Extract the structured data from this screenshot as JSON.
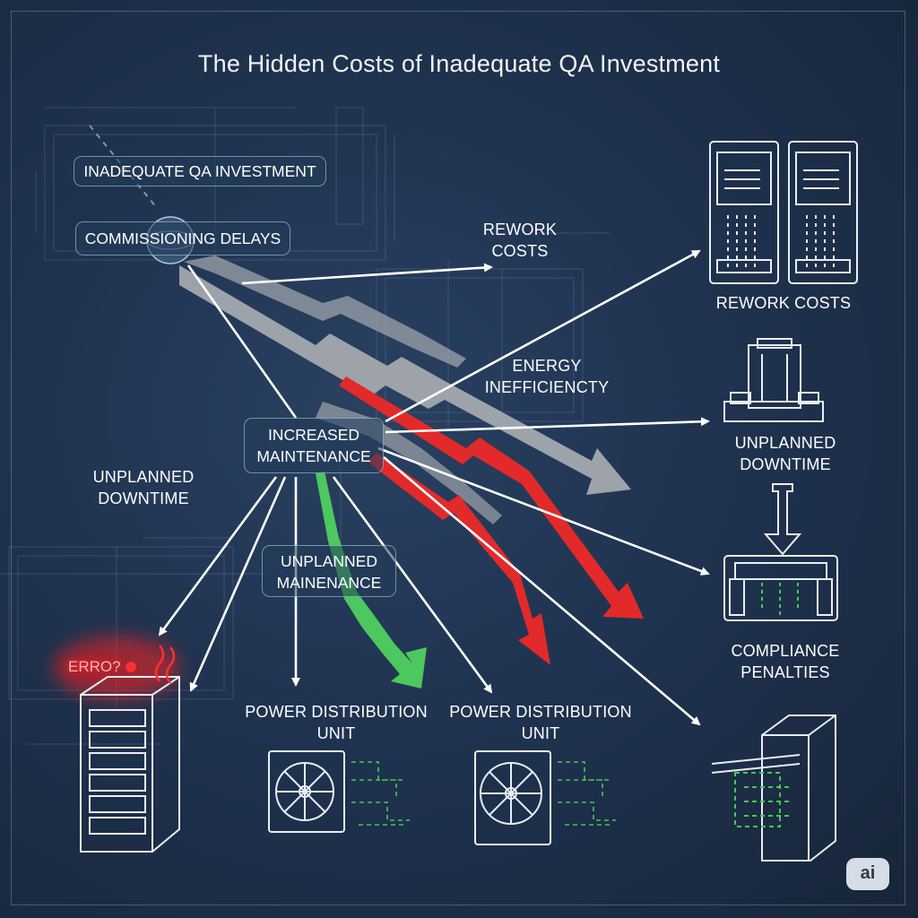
{
  "title": "The Hidden Costs of Inadequate QA Investment",
  "nodes": {
    "inadequate_qa": "INADEQUATE QA INVESTMENT",
    "commissioning_delays": "COMMISSIONING DELAYS",
    "increased_maintenance_line1": "INCREASED",
    "increased_maintenance_line2": "MAINTENANCE",
    "unplanned_mainenance_line1": "UNPLANNED",
    "unplanned_mainenance_line2": "MAINENANCE"
  },
  "labels": {
    "rework_costs_mid_line1": "REWORK",
    "rework_costs_mid_line2": "COSTS",
    "energy_inefficiency_line1": "ENERGY",
    "energy_inefficiency_line2": "INEFFICIENCTY",
    "unplanned_downtime_left_line1": "UNPLANNED",
    "unplanned_downtime_left_line2": "DOWNTIME",
    "rework_costs_right": "REWORK COSTS",
    "unplanned_downtime_right_line1": "UNPLANNED",
    "unplanned_downtime_right_line2": "DOWNTIME",
    "compliance_line1": "COMPLIANCE",
    "compliance_line2": "PENALTIES",
    "pdu1_line1": "POWER DISTRIBUTION",
    "pdu1_line2": "UNIT",
    "pdu2_line1": "POWER DISTRIBUTION",
    "pdu2_line2": "UNIT",
    "error": "ERRO?"
  },
  "badge": "ai",
  "icons": [
    "server-rack-icon",
    "data-center-unit-icon",
    "cooling-unit-icon",
    "fan-unit-icon",
    "cabinet-icon",
    "error-server-icon"
  ],
  "colors": {
    "background": "#1f3350",
    "arrow_white": "#ffffff",
    "arrow_red": "#e02828",
    "arrow_green": "#49c45a",
    "arrow_gray": "#a9adb2",
    "error_glow": "#ff2020"
  }
}
